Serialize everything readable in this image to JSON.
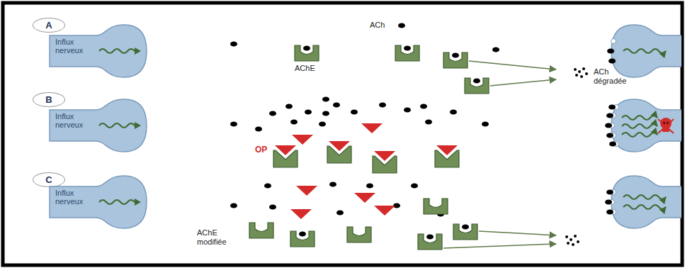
{
  "diagram": {
    "nodes": [
      {
        "text": [
          "A"
        ]
      },
      {
        "text": [
          "Influx nerveux"
        ]
      },
      {
        "text": [
          "B"
        ]
      },
      {
        "text": [
          "Influx nerveux"
        ]
      },
      {
        "text": [
          "C"
        ]
      },
      {
        "text": [
          "Influx nerveux"
        ]
      }
    ],
    "labels": [
      "ACh",
      "AChE",
      "ACh dégradée",
      "OP",
      "AChE modifiée"
    ]
  }
}
